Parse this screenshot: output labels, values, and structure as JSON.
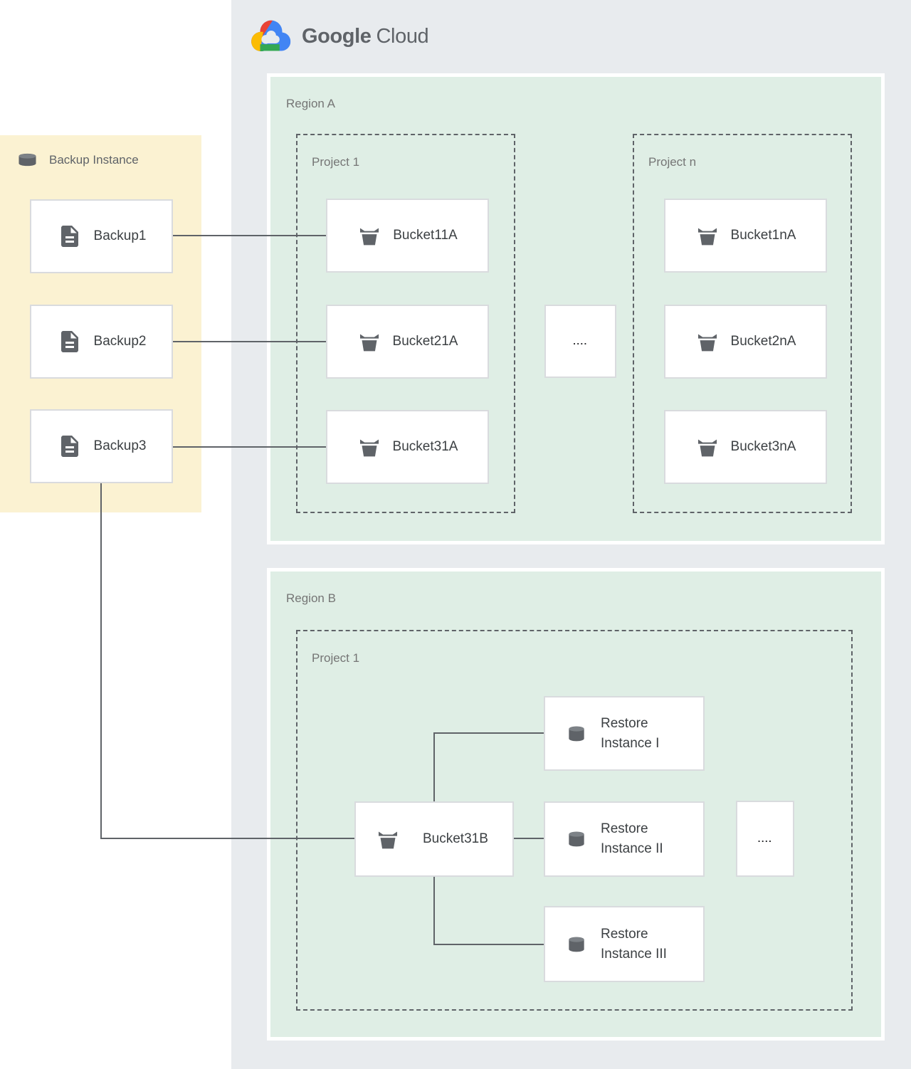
{
  "logo": {
    "brand": "Google",
    "product": "Cloud"
  },
  "backup_panel": {
    "title": "Backup Instance",
    "items": [
      {
        "label": "Backup1"
      },
      {
        "label": "Backup2"
      },
      {
        "label": "Backup3"
      }
    ]
  },
  "region_a": {
    "label": "Region A",
    "project_1": {
      "label": "Project 1",
      "buckets": [
        {
          "label": "Bucket11A"
        },
        {
          "label": "Bucket21A"
        },
        {
          "label": "Bucket31A"
        }
      ]
    },
    "ellipsis": "....",
    "project_n": {
      "label": "Project n",
      "buckets": [
        {
          "label": "Bucket1nA"
        },
        {
          "label": "Bucket2nA"
        },
        {
          "label": "Bucket3nA"
        }
      ]
    }
  },
  "region_b": {
    "label": "Region B",
    "project_1": {
      "label": "Project 1",
      "bucket": {
        "label": "Bucket31B"
      },
      "ellipsis": "....",
      "restore_instances": [
        {
          "label": "Restore Instance I"
        },
        {
          "label": "Restore Instance II"
        },
        {
          "label": "Restore Instance III"
        }
      ]
    }
  },
  "colors": {
    "container_gray": "#e8ebee",
    "region_green": "#dfeee5",
    "panel_yellow": "#fbf2d2",
    "connector": "#5f6368",
    "icon_gray": "#5f6368",
    "google_blue": "#4285F4",
    "google_red": "#EA4335",
    "google_yellow": "#FBBC04",
    "google_green": "#34A853"
  }
}
